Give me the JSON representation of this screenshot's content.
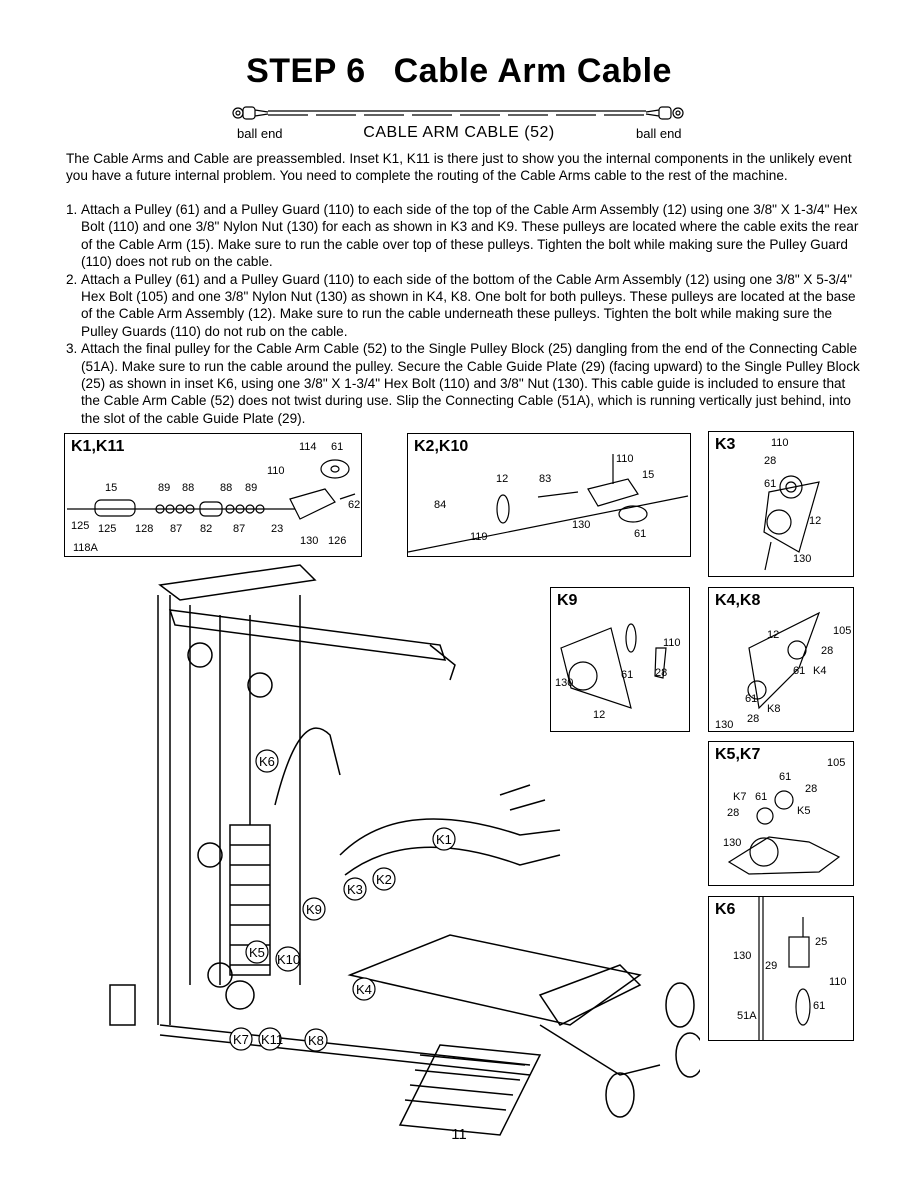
{
  "heading": {
    "step": "STEP 6",
    "title": "Cable Arm Cable"
  },
  "cable_diagram": {
    "left_end": "ball end",
    "name": "CABLE ARM CABLE (52)",
    "right_end": "ball end"
  },
  "intro": "The Cable Arms and Cable are preassembled. Inset K1, K11 is there just to show you the internal components in the unlikely event you have a future internal problem. You need to complete the routing of the Cable Arms cable to the rest of the machine.",
  "steps": [
    {
      "num": "1.",
      "text": "Attach a Pulley (61) and a Pulley Guard (110) to each side of the top of the Cable Arm Assembly (12) using one 3/8\" X 1-3/4\" Hex Bolt (110) and one 3/8\" Nylon Nut (130) for each as shown in K3 and K9. These pulleys are located where the cable exits the rear of the Cable Arm (15). Make sure to run the cable over top of these pulleys. Tighten the bolt while making sure the Pulley Guard (110) does not rub on the cable."
    },
    {
      "num": "2.",
      "text": "Attach a Pulley (61) and a Pulley Guard (110) to each side of the bottom of the Cable Arm Assembly (12) using one 3/8\" X 5-3/4\" Hex Bolt (105) and one 3/8\" Nylon Nut (130) as shown in K4, K8. One bolt for both pulleys. These pulleys are located at the base of the Cable Arm Assembly (12). Make sure to run the cable underneath these pulleys. Tighten the bolt while making sure the Pulley Guards (110) do not rub on the cable."
    },
    {
      "num": "3.",
      "text": "Attach the final pulley for the Cable Arm Cable (52) to the Single Pulley Block (25) dangling from the end of the Connecting Cable (51A). Make sure to run the cable around the pulley. Secure the Cable Guide Plate (29) (facing upward) to the Single Pulley Block (25) as shown in inset K6, using one 3/8\" X 1-3/4\" Hex Bolt (110) and 3/8\" Nut (130). This cable guide is included to ensure that the Cable Arm Cable (52) does not twist during use. Slip the Connecting Cable (51A), which is running vertically just behind, into the slot of the cable Guide Plate (29)."
    }
  ],
  "insets": {
    "k1k11": {
      "label": "K1,K11",
      "parts": [
        "114",
        "61",
        "110",
        "15",
        "89",
        "88",
        "88",
        "89",
        "62",
        "125",
        "125",
        "128",
        "87",
        "82",
        "87",
        "23",
        "130",
        "126",
        "118A"
      ]
    },
    "k2k10": {
      "label": "K2,K10",
      "parts": [
        "110",
        "12",
        "83",
        "15",
        "84",
        "130",
        "119",
        "61"
      ]
    },
    "k3": {
      "label": "K3",
      "parts": [
        "110",
        "28",
        "61",
        "12",
        "130"
      ]
    },
    "k9": {
      "label": "K9",
      "parts": [
        "110",
        "130",
        "61",
        "28",
        "12"
      ]
    },
    "k4k8": {
      "label": "K4,K8",
      "parts": [
        "12",
        "105",
        "28",
        "61",
        "K4",
        "61",
        "K8",
        "130",
        "28"
      ]
    },
    "k5k7": {
      "label": "K5,K7",
      "parts": [
        "105",
        "61",
        "28",
        "K7",
        "61",
        "K5",
        "28",
        "130"
      ]
    },
    "k6": {
      "label": "K6",
      "parts": [
        "25",
        "130",
        "29",
        "110",
        "51A",
        "61"
      ]
    }
  },
  "callouts": [
    "K6",
    "K1",
    "K2",
    "K3",
    "K9",
    "K5",
    "K10",
    "K4",
    "K7",
    "K11",
    "K8"
  ],
  "page_number": "11"
}
